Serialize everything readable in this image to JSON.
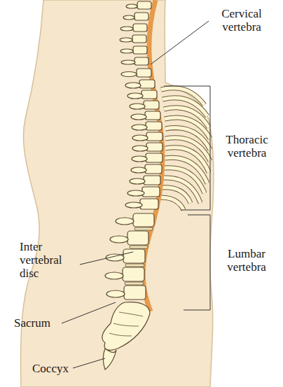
{
  "diagram": {
    "labels": [
      "Cervical vertebra",
      "Thoracic vertebra",
      "Lumbar vertebra",
      "Inter vertebral disc",
      "Sacrum",
      "Coccyx"
    ]
  }
}
